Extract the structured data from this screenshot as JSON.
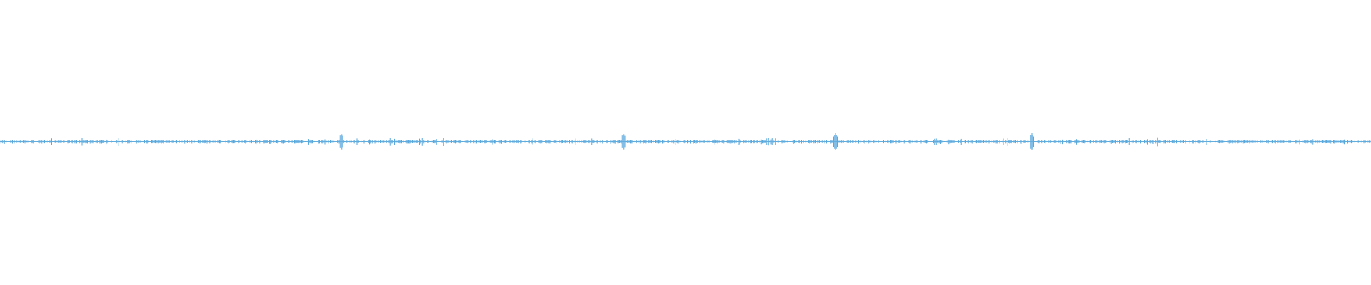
{
  "waveform": {
    "color": "#5aa9dd",
    "background": "#ffffff",
    "icon": "audio-waveform-icon",
    "amplitude_envelope": {
      "baseline_fraction": 0.03,
      "typical_peak_fraction": 0.18,
      "max_peak_fraction": 1.0
    }
  }
}
